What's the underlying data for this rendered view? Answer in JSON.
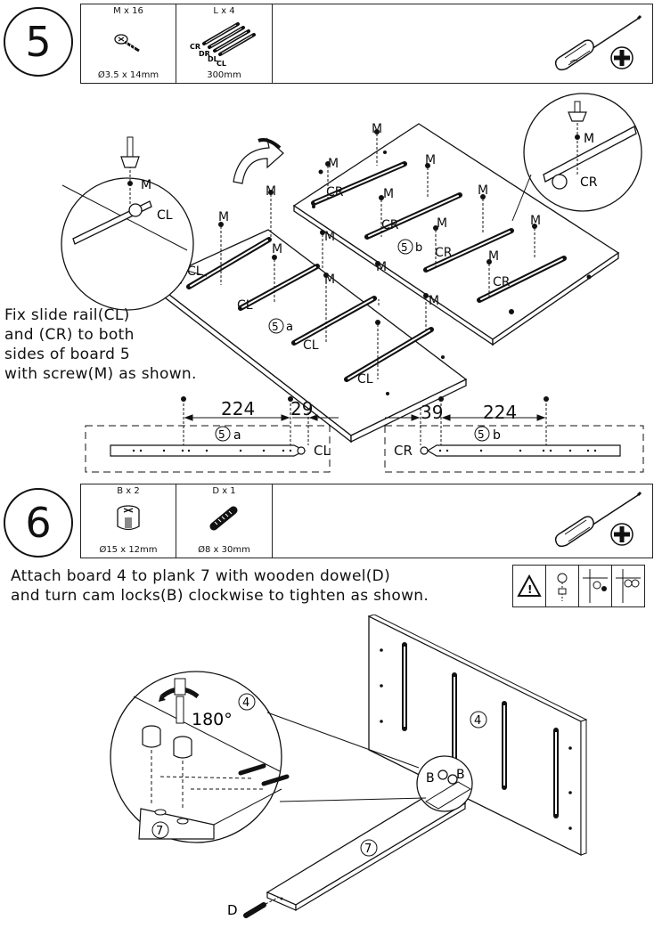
{
  "step5": {
    "number": "5",
    "parts": [
      {
        "title": "M x 16",
        "size": "Ø3.5 x 14mm",
        "icon": "screw-icon"
      },
      {
        "title": "L x 4",
        "size": "300mm",
        "icon": "slide-rail-icon"
      }
    ],
    "rail_labels": [
      "CR",
      "DR",
      "DL",
      "CL"
    ],
    "tool_icon": "screwdriver-icon",
    "instruction": [
      "Fix slide rail(CL)",
      "and (CR) to both",
      "sides of board 5",
      "with screw(M) as shown."
    ],
    "screw_label": "M",
    "rail_cl": "CL",
    "rail_cr": "CR",
    "board_a": "5a",
    "board_b": "5b",
    "dimensions": {
      "left_gap": "224",
      "left_edge": "29",
      "right_edge": "39",
      "right_gap": "224"
    }
  },
  "step6": {
    "number": "6",
    "parts": [
      {
        "title": "B x 2",
        "size": "Ø15 x 12mm",
        "icon": "cam-lock-icon"
      },
      {
        "title": "D x 1",
        "size": "Ø8 x 30mm",
        "icon": "dowel-icon"
      }
    ],
    "tool_icon": "screwdriver-icon",
    "instruction": [
      "Attach board 4 to plank 7 with wooden dowel(D)",
      "and turn cam locks(B) clockwise to tighten as shown."
    ],
    "rotation": "180°",
    "board_4": "4",
    "plank_7": "7",
    "cam_label": "B",
    "dowel_label": "D"
  }
}
